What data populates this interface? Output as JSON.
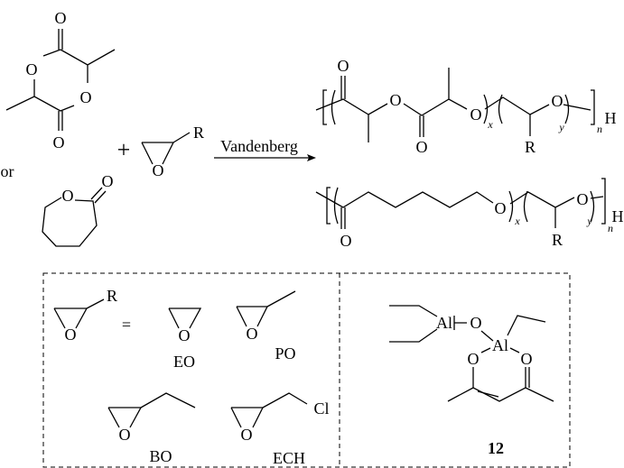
{
  "atoms": {
    "O": "O",
    "R": "R",
    "H": "H",
    "Al": "Al",
    "Cl": "Cl"
  },
  "scheme": {
    "or_label": "or",
    "plus": "+",
    "reagent": "Vandenberg",
    "sub_x": "x",
    "sub_y": "y",
    "sub_n": "n",
    "equals": "="
  },
  "epoxides": {
    "eo": "EO",
    "po": "PO",
    "bo": "BO",
    "ech": "ECH"
  },
  "catalyst": {
    "compound_number": "12"
  },
  "colors": {
    "ink": "#000000",
    "background": "#ffffff"
  }
}
